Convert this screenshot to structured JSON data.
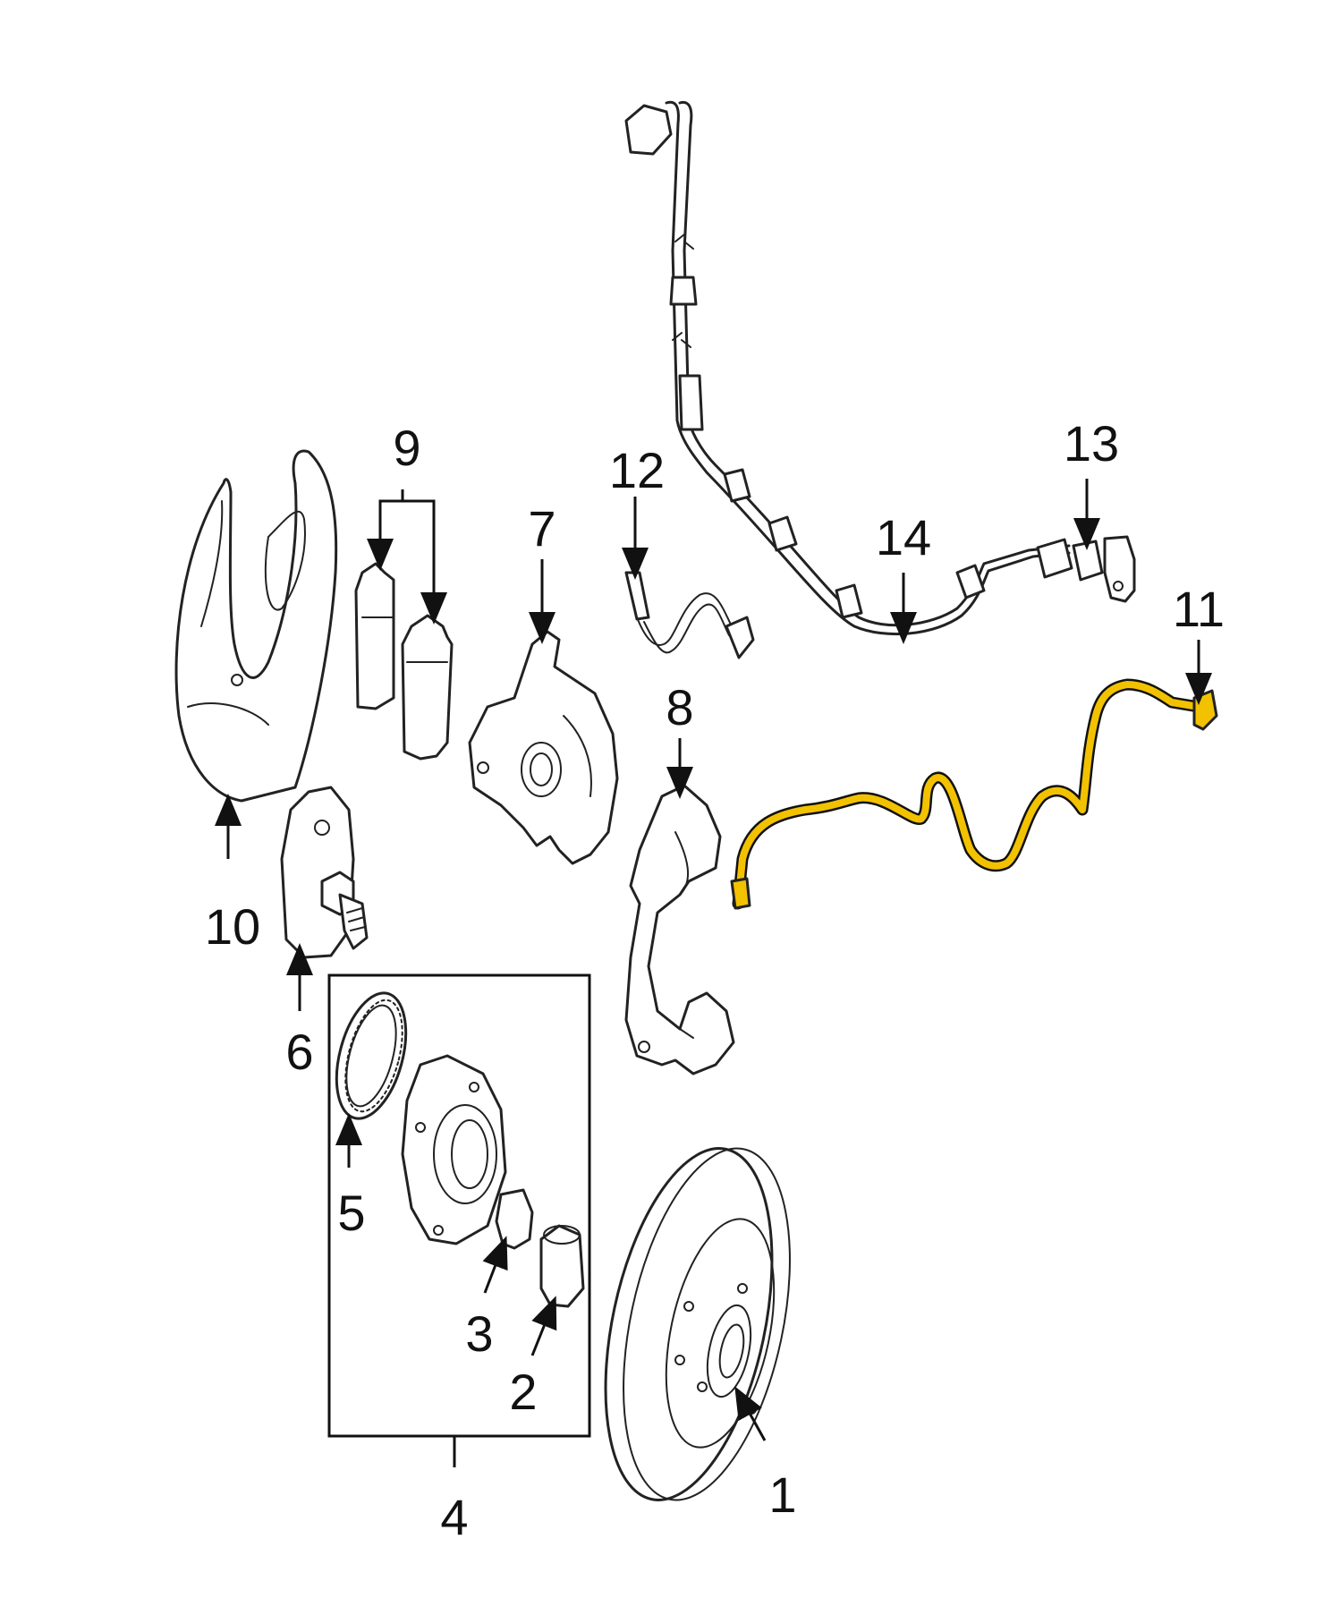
{
  "callouts": {
    "c1": "1",
    "c2": "2",
    "c3": "3",
    "c4": "4",
    "c5": "5",
    "c6": "6",
    "c7": "7",
    "c8": "8",
    "c9": "9",
    "c10": "10",
    "c11": "11",
    "c12": "12",
    "c13": "13",
    "c14": "14"
  },
  "colors": {
    "highlight": "#f2c200",
    "line": "#222222",
    "background": "#ffffff"
  },
  "highlighted_part": "11"
}
